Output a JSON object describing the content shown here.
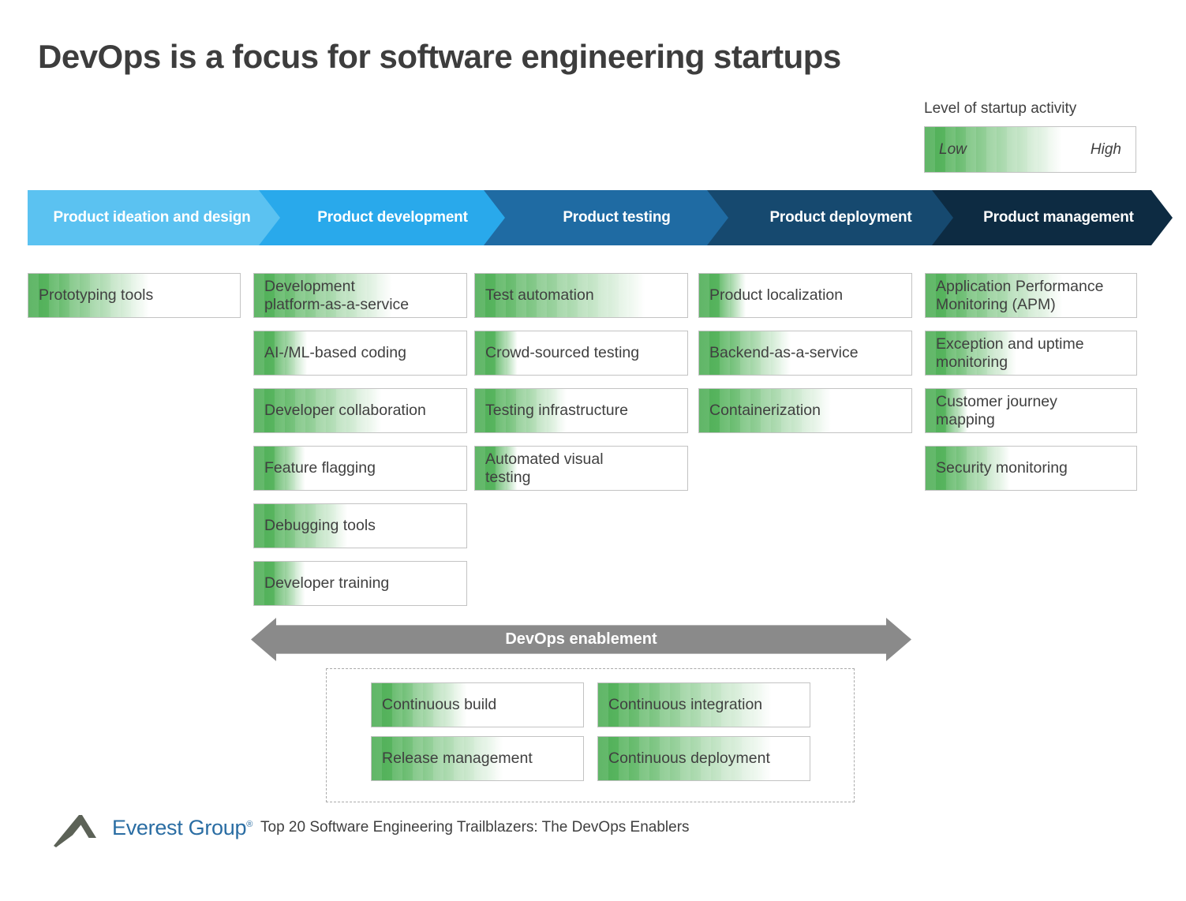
{
  "title": "DevOps is a focus for software engineering startups",
  "legend": {
    "title": "Level of startup activity",
    "low_label": "Low",
    "high_label": "High",
    "level": 65
  },
  "colors": {
    "activity_green": "#4fae57",
    "arrow_gray": "#8a8a8a",
    "box_border": "#c3c3c3",
    "text_dark": "#404040",
    "logo_blue": "#2a6da3",
    "logo_peak": "#5c6257"
  },
  "phases": [
    {
      "label": "Product ideation and design",
      "color": "#5bc2f1"
    },
    {
      "label": "Product development",
      "color": "#29a9eb"
    },
    {
      "label": "Product testing",
      "color": "#1f6ba3"
    },
    {
      "label": "Product deployment",
      "color": "#16496f"
    },
    {
      "label": "Product management",
      "color": "#0d2b42"
    }
  ],
  "columns": [
    {
      "phase": "Product ideation and design",
      "boxes": [
        {
          "label": "Prototyping tools",
          "level": 57
        }
      ]
    },
    {
      "phase": "Product development",
      "boxes": [
        {
          "label": "Development\nplatform-as-a-service",
          "level": 65
        },
        {
          "label": "AI-/ML-based coding",
          "level": 25
        },
        {
          "label": "Developer collaboration",
          "level": 60
        },
        {
          "label": "Feature flagging",
          "level": 24
        },
        {
          "label": "Debugging tools",
          "level": 44
        },
        {
          "label": "Developer training",
          "level": 24
        }
      ]
    },
    {
      "phase": "Product testing",
      "boxes": [
        {
          "label": "Test automation",
          "level": 80
        },
        {
          "label": "Crowd-sourced testing",
          "level": 20
        },
        {
          "label": "Testing infrastructure",
          "level": 43
        },
        {
          "label": "Automated visual\ntesting",
          "level": 20
        }
      ]
    },
    {
      "phase": "Product deployment",
      "boxes": [
        {
          "label": "Product localization",
          "level": 22
        },
        {
          "label": "Backend-as-a-service",
          "level": 43
        },
        {
          "label": "Containerization",
          "level": 62
        }
      ]
    },
    {
      "phase": "Product management",
      "boxes": [
        {
          "label": "Application Performance\nMonitoring (APM)",
          "level": 65
        },
        {
          "label": "Exception and uptime\nmonitoring",
          "level": 43
        },
        {
          "label": "Customer journey\nmapping",
          "level": 20
        },
        {
          "label": "Security monitoring",
          "level": 40
        }
      ]
    }
  ],
  "devops": {
    "arrow_label": "DevOps enablement",
    "boxes": [
      {
        "label": "Continuous build",
        "level": 45
      },
      {
        "label": "Continuous integration",
        "level": 82
      },
      {
        "label": "Release management",
        "level": 62
      },
      {
        "label": "Continuous deployment",
        "level": 82
      }
    ]
  },
  "footer": {
    "logo_text": "Everest Group",
    "logo_reg": "®",
    "caption": "Top 20 Software Engineering Trailblazers: The DevOps Enablers"
  }
}
